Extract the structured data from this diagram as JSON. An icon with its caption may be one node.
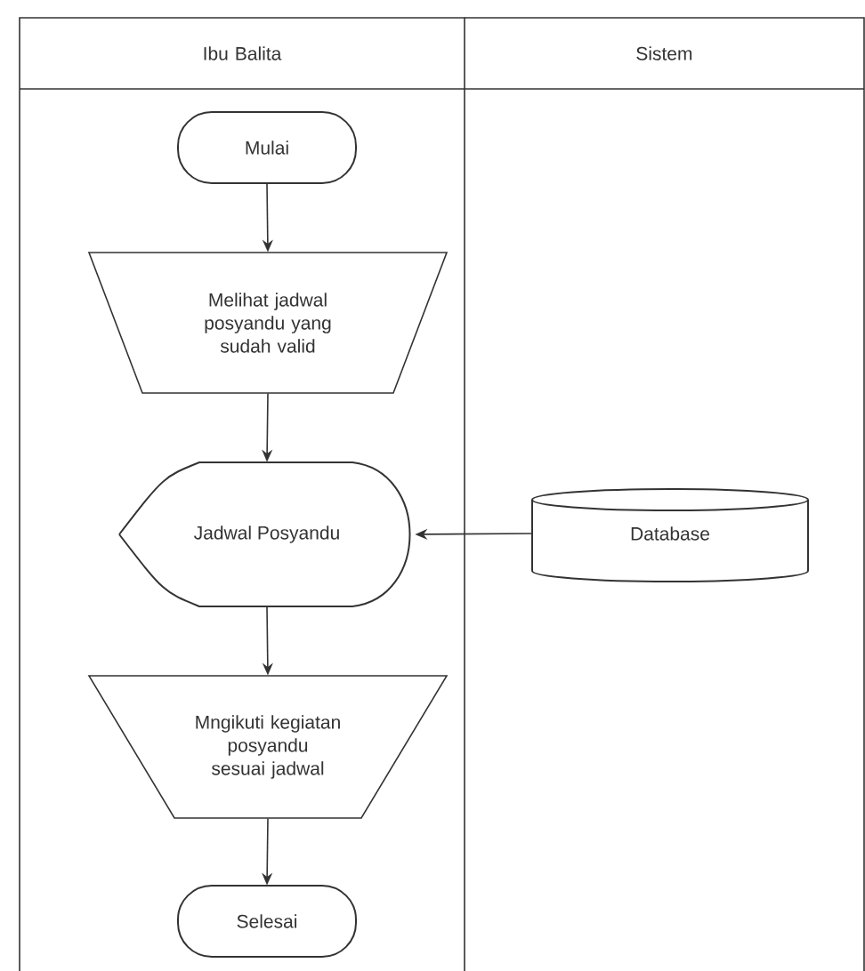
{
  "diagram": {
    "nodes": [
      {
        "text": [
          "Ibu Balita"
        ]
      },
      {
        "text": [
          "Sistem"
        ]
      },
      {
        "text": [
          "Mulai"
        ],
        "in": 0
      },
      {
        "text": [
          "Melihat jadwal posyandu yang sudah valid"
        ],
        "in": 0
      },
      {
        "text": [
          "Jadwal Posyandu"
        ],
        "in": 0
      },
      {
        "text": [
          "Database"
        ],
        "in": 1
      },
      {
        "text": [
          "Mngikuti kegiatan posyandu sesuai jadwal"
        ],
        "in": 0
      },
      {
        "text": [
          "Selesai"
        ],
        "in": 0
      }
    ],
    "edges": [
      {
        "from": 2,
        "to": 3,
        "arrow": "to"
      },
      {
        "from": 3,
        "to": 4,
        "arrow": "to"
      },
      {
        "from": 5,
        "to": 4,
        "arrow": "to"
      },
      {
        "from": 4,
        "to": 6,
        "arrow": "to"
      },
      {
        "from": 6,
        "to": 7,
        "arrow": "to"
      }
    ]
  }
}
